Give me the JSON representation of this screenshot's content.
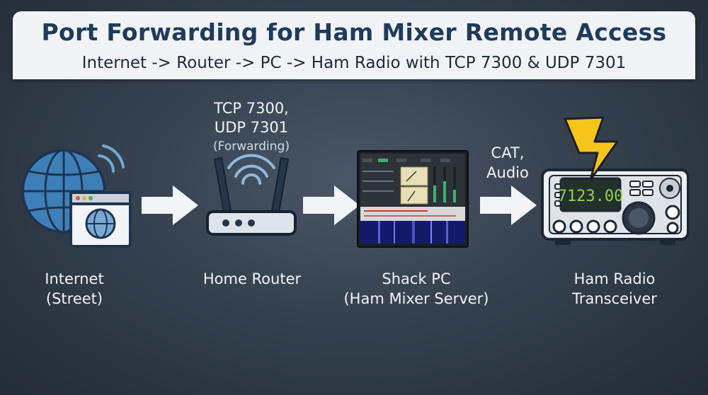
{
  "header": {
    "title": "Port Forwarding for Ham Mixer Remote Access",
    "subtitle": "Internet -> Router -> PC -> Ham Radio with TCP 7300 & UDP 7301"
  },
  "nodes": {
    "internet": {
      "line1": "Internet",
      "line2": "(Street)",
      "icon": "globe-icon"
    },
    "router": {
      "line1": "Home Router",
      "icon": "router-icon"
    },
    "pc": {
      "line1": "Shack PC",
      "line2": "(Ham Mixer Server)",
      "icon": "monitor-icon"
    },
    "radio": {
      "line1": "Ham Radio",
      "line2": "Transceiver",
      "icon": "transceiver-icon",
      "display": "7123.00"
    }
  },
  "edges": {
    "router_label": {
      "line1": "TCP 7300,",
      "line2": "UDP 7301",
      "line3": "(Forwarding)"
    },
    "radio_label": {
      "line1": "CAT,",
      "line2": "Audio"
    }
  },
  "colors": {
    "title": "#1f3b5c",
    "globe": "#3f7fb8",
    "router_body": "#dfe4ea",
    "lightning": "#f7c51a",
    "radio_display": "#90d050"
  }
}
